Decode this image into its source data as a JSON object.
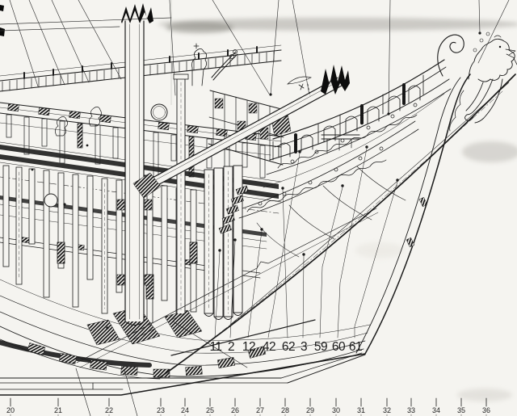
{
  "figure": {
    "subject": "Cutaway side-view construction drawing of a sailing ship bow with lion figurehead",
    "part_labels": [
      "11",
      "2",
      "12",
      "42",
      "62",
      "3",
      "59",
      "60",
      "61"
    ],
    "scale_ticks": [
      "20",
      "21",
      "22",
      "23",
      "24",
      "25",
      "26",
      "27",
      "28",
      "29",
      "30",
      "31",
      "32",
      "33",
      "34",
      "35",
      "36"
    ],
    "colors": {
      "paper": "#f5f4f0",
      "ink": "#1c1c1c"
    }
  }
}
